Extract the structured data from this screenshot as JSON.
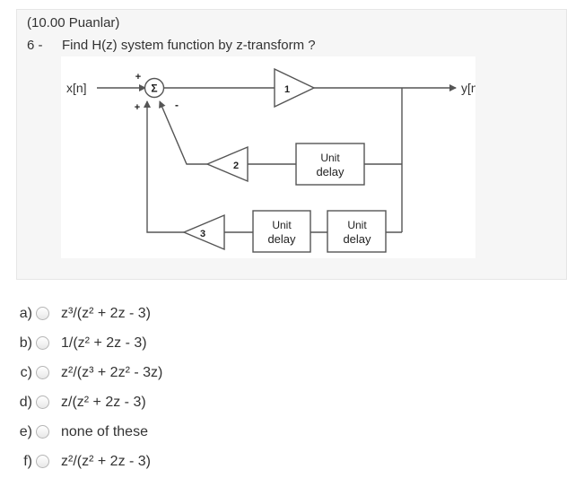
{
  "question": {
    "points": "(10.00 Puanlar)",
    "number": "6 -",
    "text": "Find H(z) system function by z-transform ?"
  },
  "diagram": {
    "input_label": "x[n]",
    "output_label": "y[n]",
    "sum_symbol": "Σ",
    "sign_top": "+",
    "sign_left": "+",
    "sign_right": "-",
    "gain_forward": "1",
    "gain_middle": "2",
    "gain_bottom": "3",
    "delay_top_line1": "Unit",
    "delay_top_line2": "delay",
    "delay_bl_line1": "Unit",
    "delay_bl_line2": "delay",
    "delay_br_line1": "Unit",
    "delay_br_line2": "delay"
  },
  "choices": [
    {
      "letter": "a)",
      "text": "z³/(z² + 2z - 3)"
    },
    {
      "letter": "b)",
      "text": "1/(z² + 2z - 3)"
    },
    {
      "letter": "c)",
      "text": "z²/(z³ + 2z² - 3z)"
    },
    {
      "letter": "d)",
      "text": "z/(z² + 2z - 3)"
    },
    {
      "letter": "e)",
      "text": "none of these"
    },
    {
      "letter": "f)",
      "text": "z²/(z² + 2z - 3)"
    }
  ]
}
